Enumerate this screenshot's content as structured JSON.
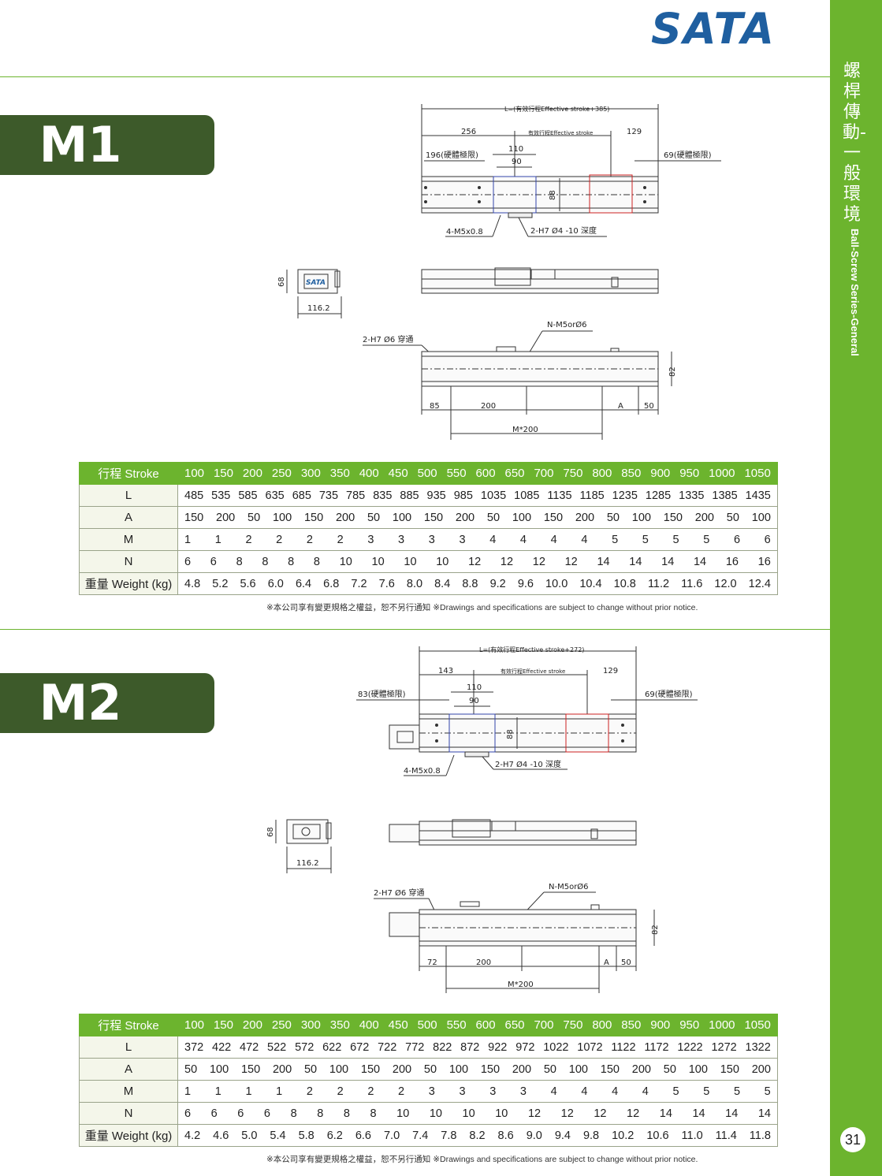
{
  "brand": {
    "logo": "SATA",
    "color": "#1f5fa0"
  },
  "sidebar": {
    "title_cn": "螺桿傳動-一般環境",
    "title_en": "Ball-Screw Series-General",
    "page_number": "31",
    "color": "#6cb42e"
  },
  "notice": "※本公司享有變更規格之權益，恕不另行通知 ※Drawings and specifications are subject to change without prior notice.",
  "m1": {
    "tab": "M1",
    "drawing": {
      "total_len": "L=(有效行程Effective stroke+385)",
      "left_dim": "256",
      "stroke_label": "有效行程Effective stroke",
      "right_dim": "129",
      "left_limit": "196(硬體極限)",
      "right_limit": "69(硬體極限)",
      "d110": "110",
      "d90": "90",
      "d88": "88",
      "bolt": "4-M5x0.8",
      "pin": "2-H7 Ø4 -10 深度",
      "end_h": "68",
      "end_w": "116.2",
      "through": "2-H7 Ø6 穿通",
      "mount": "N-M5orØ6",
      "d85": "85",
      "d200": "200",
      "dA": "A",
      "d50": "50",
      "d82": "82",
      "pitch": "M*200"
    },
    "table": {
      "rows": [
        {
          "label": "行程 Stroke",
          "values": [
            "100",
            "150",
            "200",
            "250",
            "300",
            "350",
            "400",
            "450",
            "500",
            "550",
            "600",
            "650",
            "700",
            "750",
            "800",
            "850",
            "900",
            "950",
            "1000",
            "1050"
          ]
        },
        {
          "label": "L",
          "values": [
            "485",
            "535",
            "585",
            "635",
            "685",
            "735",
            "785",
            "835",
            "885",
            "935",
            "985",
            "1035",
            "1085",
            "1135",
            "1185",
            "1235",
            "1285",
            "1335",
            "1385",
            "1435"
          ]
        },
        {
          "label": "A",
          "values": [
            "150",
            "200",
            "50",
            "100",
            "150",
            "200",
            "50",
            "100",
            "150",
            "200",
            "50",
            "100",
            "150",
            "200",
            "50",
            "100",
            "150",
            "200",
            "50",
            "100"
          ]
        },
        {
          "label": "M",
          "values": [
            "1",
            "1",
            "2",
            "2",
            "2",
            "2",
            "3",
            "3",
            "3",
            "3",
            "4",
            "4",
            "4",
            "4",
            "5",
            "5",
            "5",
            "5",
            "6",
            "6"
          ]
        },
        {
          "label": "N",
          "values": [
            "6",
            "6",
            "8",
            "8",
            "8",
            "8",
            "10",
            "10",
            "10",
            "10",
            "12",
            "12",
            "12",
            "12",
            "14",
            "14",
            "14",
            "14",
            "16",
            "16"
          ]
        },
        {
          "label": "重量 Weight (kg)",
          "values": [
            "4.8",
            "5.2",
            "5.6",
            "6.0",
            "6.4",
            "6.8",
            "7.2",
            "7.6",
            "8.0",
            "8.4",
            "8.8",
            "9.2",
            "9.6",
            "10.0",
            "10.4",
            "10.8",
            "11.2",
            "11.6",
            "12.0",
            "12.4"
          ]
        }
      ]
    }
  },
  "m2": {
    "tab": "M2",
    "drawing": {
      "total_len": "L=(有效行程Effective stroke+272)",
      "left_dim": "143",
      "stroke_label": "有效行程Effective stroke",
      "right_dim": "129",
      "left_limit": "83(硬體極限)",
      "right_limit": "69(硬體極限)",
      "d110": "110",
      "d90": "90",
      "d88": "88",
      "bolt": "4-M5x0.8",
      "pin": "2-H7 Ø4 -10 深度",
      "end_h": "68",
      "end_w": "116.2",
      "through": "2-H7 Ø6 穿通",
      "mount": "N-M5orØ6",
      "d72": "72",
      "d200": "200",
      "dA": "A",
      "d50": "50",
      "d82": "82",
      "pitch": "M*200"
    },
    "table": {
      "rows": [
        {
          "label": "行程 Stroke",
          "values": [
            "100",
            "150",
            "200",
            "250",
            "300",
            "350",
            "400",
            "450",
            "500",
            "550",
            "600",
            "650",
            "700",
            "750",
            "800",
            "850",
            "900",
            "950",
            "1000",
            "1050"
          ]
        },
        {
          "label": "L",
          "values": [
            "372",
            "422",
            "472",
            "522",
            "572",
            "622",
            "672",
            "722",
            "772",
            "822",
            "872",
            "922",
            "972",
            "1022",
            "1072",
            "1122",
            "1172",
            "1222",
            "1272",
            "1322"
          ]
        },
        {
          "label": "A",
          "values": [
            "50",
            "100",
            "150",
            "200",
            "50",
            "100",
            "150",
            "200",
            "50",
            "100",
            "150",
            "200",
            "50",
            "100",
            "150",
            "200",
            "50",
            "100",
            "150",
            "200"
          ]
        },
        {
          "label": "M",
          "values": [
            "1",
            "1",
            "1",
            "1",
            "2",
            "2",
            "2",
            "2",
            "3",
            "3",
            "3",
            "3",
            "4",
            "4",
            "4",
            "4",
            "5",
            "5",
            "5",
            "5"
          ]
        },
        {
          "label": "N",
          "values": [
            "6",
            "6",
            "6",
            "6",
            "8",
            "8",
            "8",
            "8",
            "10",
            "10",
            "10",
            "10",
            "12",
            "12",
            "12",
            "12",
            "14",
            "14",
            "14",
            "14"
          ]
        },
        {
          "label": "重量 Weight (kg)",
          "values": [
            "4.2",
            "4.6",
            "5.0",
            "5.4",
            "5.8",
            "6.2",
            "6.6",
            "7.0",
            "7.4",
            "7.8",
            "8.2",
            "8.6",
            "9.0",
            "9.4",
            "9.8",
            "10.2",
            "10.6",
            "11.0",
            "11.4",
            "11.8"
          ]
        }
      ]
    }
  }
}
